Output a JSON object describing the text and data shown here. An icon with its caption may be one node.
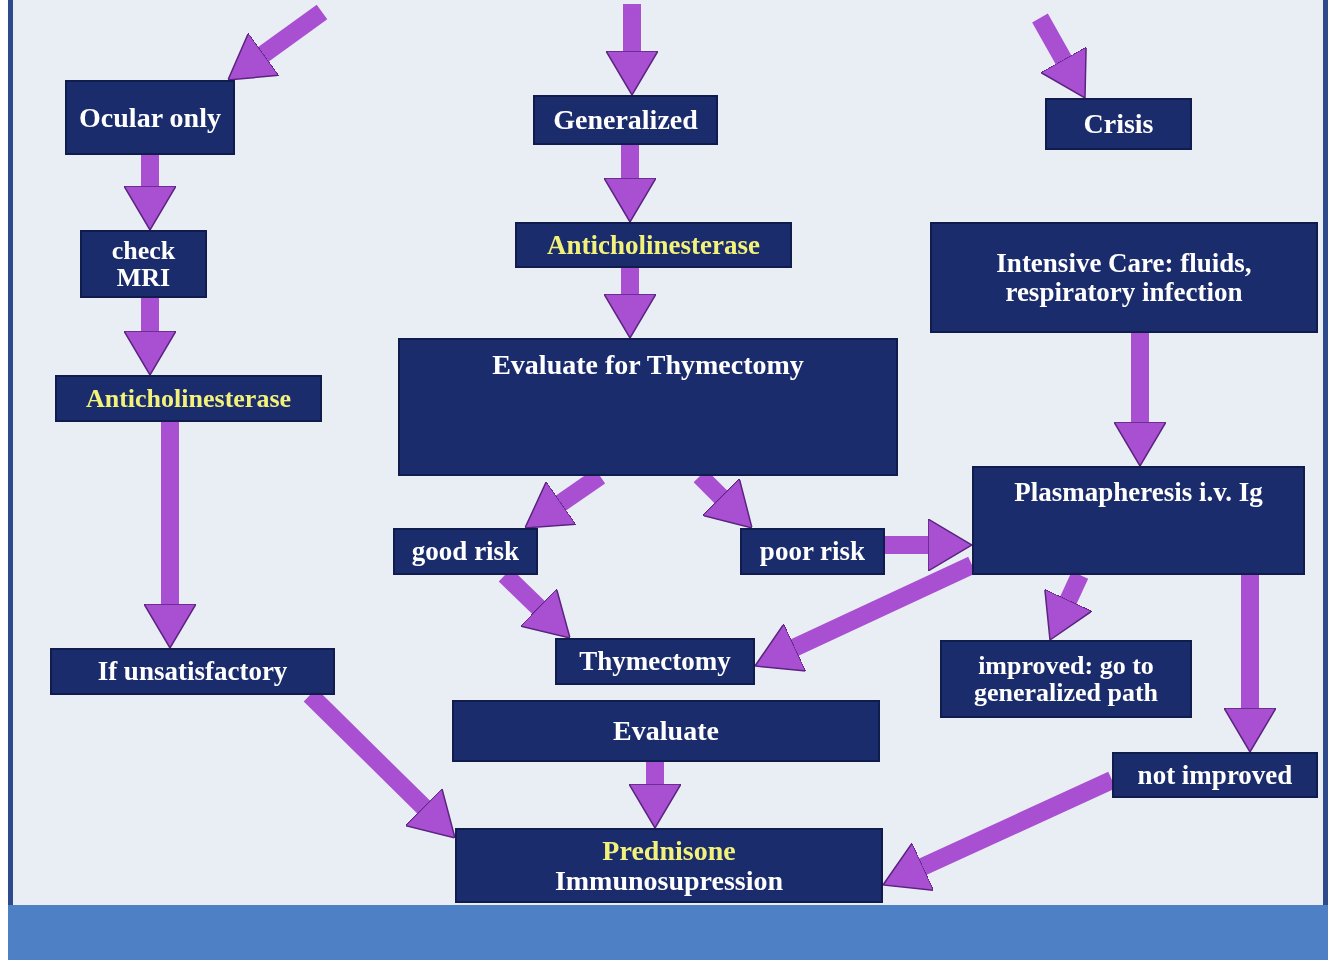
{
  "diagram": {
    "nodes": [
      {
        "text": [
          "Ocular only"
        ]
      },
      {
        "text": [
          "Generalized"
        ]
      },
      {
        "text": [
          "Crisis"
        ]
      },
      {
        "text": [
          "check MRI"
        ]
      },
      {
        "text": [
          "Anticholinesterase"
        ]
      },
      {
        "text": [
          "Anticholinesterase"
        ]
      },
      {
        "text": [
          "Intensive Care: fluids, respiratory infection"
        ]
      },
      {
        "text": [
          "Evaluate for Thymectomy"
        ]
      },
      {
        "text": [
          "good risk"
        ]
      },
      {
        "text": [
          "poor risk"
        ]
      },
      {
        "text": [
          "Plasmapheresis i.v. Ig"
        ]
      },
      {
        "text": [
          "If unsatisfactory"
        ]
      },
      {
        "text": [
          "Thymectomy"
        ]
      },
      {
        "text": [
          "improved: go to generalized path"
        ]
      },
      {
        "text": [
          "Evaluate"
        ]
      },
      {
        "text": [
          "Prednisone",
          "Immunosupression"
        ]
      },
      {
        "text": [
          "not improved"
        ]
      }
    ],
    "edges": [
      {
        "from": null,
        "to": 0,
        "arrow": "to"
      },
      {
        "from": null,
        "to": 1,
        "arrow": "to"
      },
      {
        "from": null,
        "to": 2,
        "arrow": "to"
      },
      {
        "from": 0,
        "to": 3,
        "arrow": "to"
      },
      {
        "from": 3,
        "to": 4,
        "arrow": "to"
      },
      {
        "from": 4,
        "to": 11,
        "arrow": "to"
      },
      {
        "from": 1,
        "to": 5,
        "arrow": "to"
      },
      {
        "from": 5,
        "to": 7,
        "arrow": "to"
      },
      {
        "from": 7,
        "to": 8,
        "arrow": "to"
      },
      {
        "from": 7,
        "to": 9,
        "arrow": "to"
      },
      {
        "from": 8,
        "to": 12,
        "arrow": "to"
      },
      {
        "from": 9,
        "to": 10,
        "arrow": "to"
      },
      {
        "from": 10,
        "to": 12,
        "arrow": "to"
      },
      {
        "from": 6,
        "to": 10,
        "arrow": "to"
      },
      {
        "from": 10,
        "to": 13,
        "arrow": "to"
      },
      {
        "from": 10,
        "to": 16,
        "arrow": "to"
      },
      {
        "from": 14,
        "to": 15,
        "arrow": "to"
      },
      {
        "from": 11,
        "to": 15,
        "arrow": "to"
      },
      {
        "from": 16,
        "to": 15,
        "arrow": "to"
      }
    ]
  }
}
